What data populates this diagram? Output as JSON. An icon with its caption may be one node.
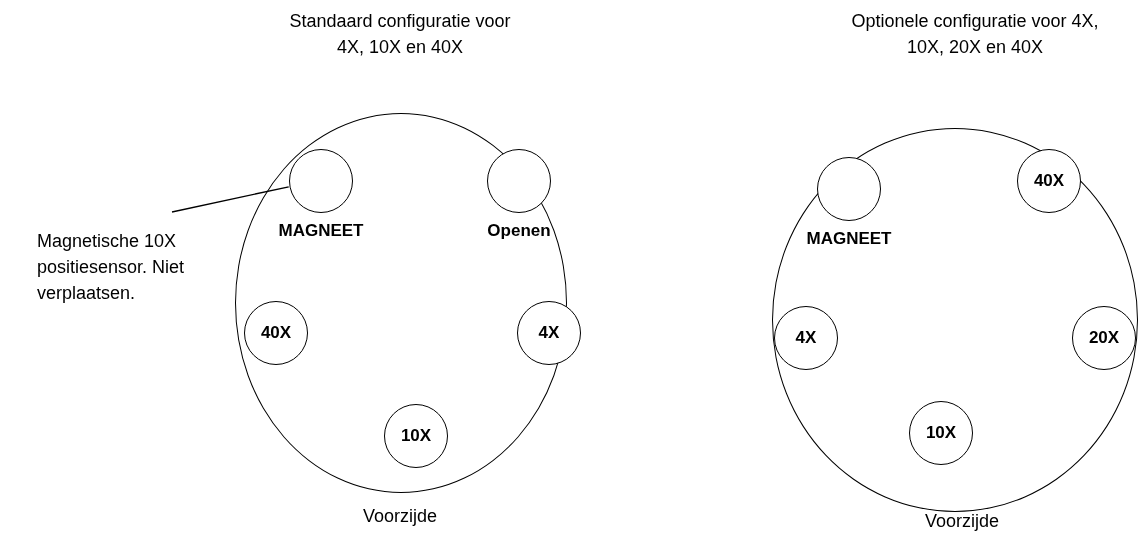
{
  "diagram": {
    "nodes": [
      {
        "text": [],
        "shape": "circle"
      },
      {
        "text": [
          "MAGNEET"
        ],
        "in": 0
      },
      {
        "text": [
          "Openen"
        ],
        "in": 0
      },
      {
        "text": [
          "40X"
        ],
        "in": 0
      },
      {
        "text": [
          "4X"
        ],
        "in": 0
      },
      {
        "text": [
          "10X"
        ],
        "in": 0
      },
      {
        "text": [
          "Magnetische 10X positiesensor. Niet verplaatsen."
        ]
      },
      {
        "text": [],
        "shape": "circle"
      },
      {
        "text": [
          "MAGNEET"
        ],
        "in": 7
      },
      {
        "text": [
          "40X"
        ],
        "in": 7
      },
      {
        "text": [
          "4X"
        ],
        "in": 7
      },
      {
        "text": [
          "20X"
        ],
        "in": 7
      },
      {
        "text": [
          "10X"
        ],
        "in": 7
      }
    ],
    "edges": [
      {
        "from": 6,
        "to": 1,
        "arrow": "none"
      }
    ],
    "labels": [
      "Standaard configuratie voor 4X, 10X en 40X",
      "Optionele configuratie voor 4X, 10X, 20X en 40X",
      "Voorzijde",
      "Voorzijde"
    ]
  }
}
